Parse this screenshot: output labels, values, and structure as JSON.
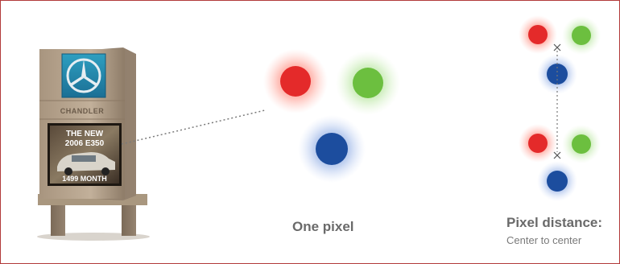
{
  "sign": {
    "dealer_name": "CHANDLER",
    "screen_line1": "THE NEW",
    "screen_line2": "2006 E350",
    "screen_line3": "1499 MONTH"
  },
  "labels": {
    "one_pixel": "One pixel",
    "pixel_distance_title": "Pixel distance:",
    "pixel_distance_sub": "Center to center"
  },
  "colors": {
    "red": "#e42a2a",
    "green": "#6cbf3f",
    "blue": "#1c4d9e",
    "frame_border": "#b23a3a"
  }
}
